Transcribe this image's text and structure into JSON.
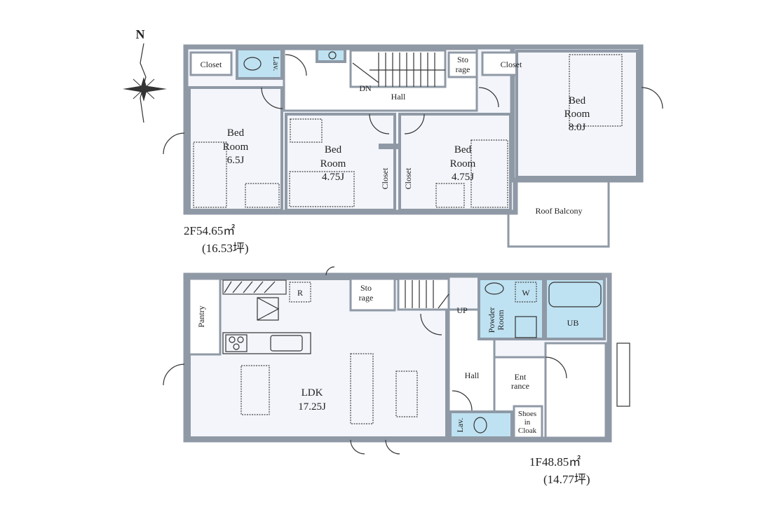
{
  "compass": {
    "north": "N"
  },
  "floor2": {
    "closet_a": "Closet",
    "lav": "Lav.",
    "stairs_dn": "DN",
    "hall": "Hall",
    "storage": [
      "Sto",
      "rage"
    ],
    "closet_b": "Closet",
    "bedroom_8": [
      "Bed",
      "Room",
      "8.0J"
    ],
    "bedroom_65": [
      "Bed",
      "Room",
      "6.5J"
    ],
    "bedroom_475_left": [
      "Bed",
      "Room",
      "4.75J"
    ],
    "bedroom_475_right": [
      "Bed",
      "Room",
      "4.75J"
    ],
    "closet_c": "Closet",
    "closet_d": "Closet",
    "roof_balcony": "Roof  Balcony",
    "area": "2F54.65㎡",
    "area_tsubo": "(16.53坪)"
  },
  "floor1": {
    "pantry": "Pantry",
    "fridge": "R",
    "storage": [
      "Sto",
      "rage"
    ],
    "stairs_up": "UP",
    "powder_room": [
      "Powder",
      "Room"
    ],
    "washer": "W",
    "ub": "UB",
    "ldk": [
      "LDK",
      "17.25J"
    ],
    "hall": "Hall",
    "entrance": [
      "Ent",
      "rance"
    ],
    "lav": "Lav.",
    "shoes": [
      "Shoes",
      "in",
      "Cloak"
    ],
    "area": "1F48.85㎡",
    "area_tsubo": "(14.77坪)"
  }
}
